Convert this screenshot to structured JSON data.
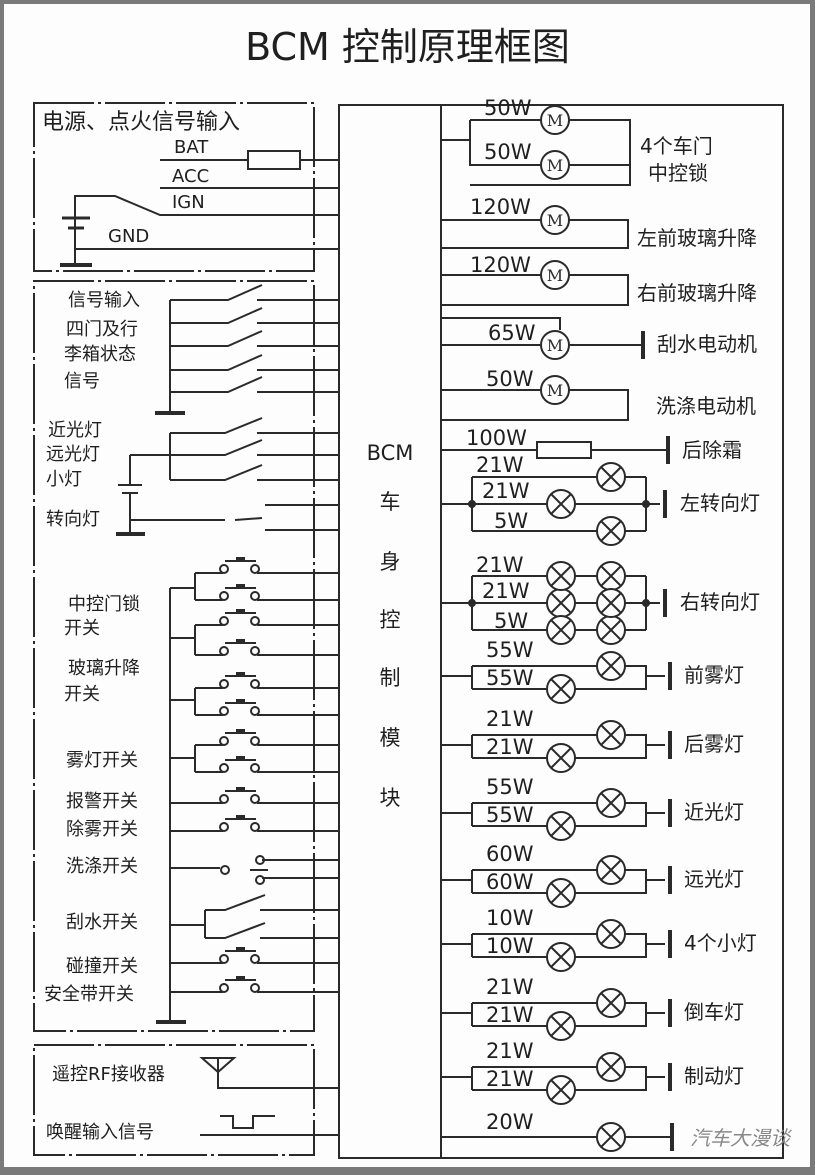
{
  "title": "BCM 控制原理框图",
  "bcm_block": {
    "abbr": "BCM",
    "chars": [
      "车",
      "身",
      "控",
      "制",
      "模",
      "块"
    ]
  },
  "power_section": {
    "heading": "电源、点火信号输入",
    "lines": [
      "BAT",
      "ACC",
      "IGN",
      "GND"
    ]
  },
  "inputs": {
    "door_status": [
      "信号输入",
      "四门及行",
      "李箱状态",
      "信号"
    ],
    "lights": [
      "近光灯",
      "远光灯",
      "小灯"
    ],
    "turn_signal": "转向灯",
    "central_lock_switch": [
      "中控门锁",
      "开关"
    ],
    "window_switch": [
      "玻璃升降",
      "开关"
    ],
    "fog_switch": "雾灯开关",
    "hazard_switch": "报警开关",
    "defrost_switch": "除雾开关",
    "washer_switch": "洗涤开关",
    "wiper_switch": "刮水开关",
    "crash_switch": "碰撞开关",
    "seatbelt_switch": "安全带开关",
    "rf_receiver": "遥控RF接收器",
    "wakeup_signal": "唤醒输入信号"
  },
  "outputs": [
    {
      "name": "4个车门",
      "name2": "中控锁",
      "watts": [
        "50W",
        "50W"
      ],
      "type": "motor"
    },
    {
      "name": "左前玻璃升降",
      "watts": [
        "120W"
      ],
      "type": "motor"
    },
    {
      "name": "右前玻璃升降",
      "watts": [
        "120W"
      ],
      "type": "motor"
    },
    {
      "name": "刮水电动机",
      "watts": [
        "65W"
      ],
      "type": "motor"
    },
    {
      "name": "洗涤电动机",
      "watts": [
        "50W"
      ],
      "type": "motor"
    },
    {
      "name": "后除霜",
      "watts": [
        "100W"
      ],
      "type": "resistor"
    },
    {
      "name": "左转向灯",
      "watts": [
        "21W",
        "21W",
        "5W"
      ],
      "type": "lamp"
    },
    {
      "name": "右转向灯",
      "watts": [
        "21W",
        "21W",
        "5W"
      ],
      "type": "lamp"
    },
    {
      "name": "前雾灯",
      "watts": [
        "55W",
        "55W"
      ],
      "type": "lamp"
    },
    {
      "name": "后雾灯",
      "watts": [
        "21W",
        "21W"
      ],
      "type": "lamp"
    },
    {
      "name": "近光灯",
      "watts": [
        "55W",
        "55W"
      ],
      "type": "lamp"
    },
    {
      "name": "远光灯",
      "watts": [
        "60W",
        "60W"
      ],
      "type": "lamp"
    },
    {
      "name": "4个小灯",
      "watts": [
        "10W",
        "10W"
      ],
      "type": "lamp"
    },
    {
      "name": "倒车灯",
      "watts": [
        "21W",
        "21W"
      ],
      "type": "lamp"
    },
    {
      "name": "制动灯",
      "watts": [
        "21W",
        "21W"
      ],
      "type": "lamp"
    },
    {
      "name": "",
      "watts": [
        "20W"
      ],
      "type": "lamp"
    }
  ],
  "symbols": {
    "motor": "M"
  },
  "watermark": "汽车大漫谈"
}
